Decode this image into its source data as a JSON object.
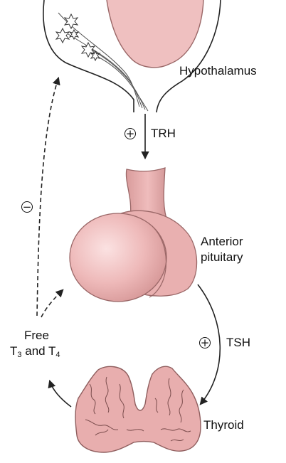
{
  "structures": {
    "hypothalamus": "Hypothalamus",
    "anterior_pituitary_line1": "Anterior",
    "anterior_pituitary_line2": "pituitary",
    "thyroid": "Thyroid"
  },
  "hormones": {
    "trh": "TRH",
    "tsh": "TSH",
    "free_line1": "Free",
    "t3_prefix": "T",
    "t3_sub": "3",
    "and_text": "and T",
    "t4_sub": "4"
  },
  "signs": {
    "stimulate": "+",
    "inhibit": "−"
  },
  "colors": {
    "tissue_fill": "#e8aeae",
    "tissue_stroke": "#9a6767",
    "line": "#222222"
  }
}
